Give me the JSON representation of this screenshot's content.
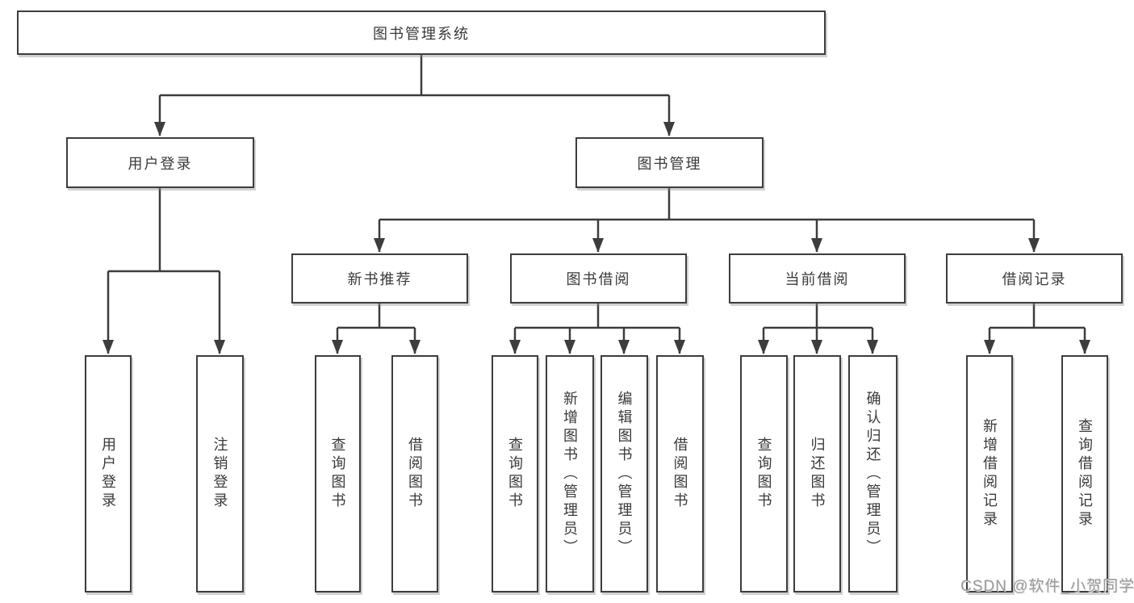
{
  "diagram": {
    "root": {
      "label": "图书管理系统"
    },
    "branches": [
      {
        "label": "用户登录",
        "children": [
          {
            "label": "用户登录"
          },
          {
            "label": "注销登录"
          }
        ]
      },
      {
        "label": "图书管理",
        "groups": [
          {
            "label": "新书推荐",
            "children": [
              {
                "label": "查询图书"
              },
              {
                "label": "借阅图书"
              }
            ]
          },
          {
            "label": "图书借阅",
            "children": [
              {
                "label": "查询图书"
              },
              {
                "label": "新增图书（管理员）"
              },
              {
                "label": "编辑图书（管理员）"
              },
              {
                "label": "借阅图书"
              }
            ]
          },
          {
            "label": "当前借阅",
            "children": [
              {
                "label": "查询图书"
              },
              {
                "label": "归还图书"
              },
              {
                "label": "确认归还（管理员）"
              }
            ]
          },
          {
            "label": "借阅记录",
            "children": [
              {
                "label": "新增借阅记录"
              },
              {
                "label": "查询借阅记录"
              }
            ]
          }
        ]
      }
    ],
    "watermark": "CSDN @软件_小贺同学",
    "colors": {
      "line": "#3d3d3d",
      "text": "#3a3a3a",
      "watermark": "#9b9b9b",
      "background": "#ffffff"
    }
  }
}
